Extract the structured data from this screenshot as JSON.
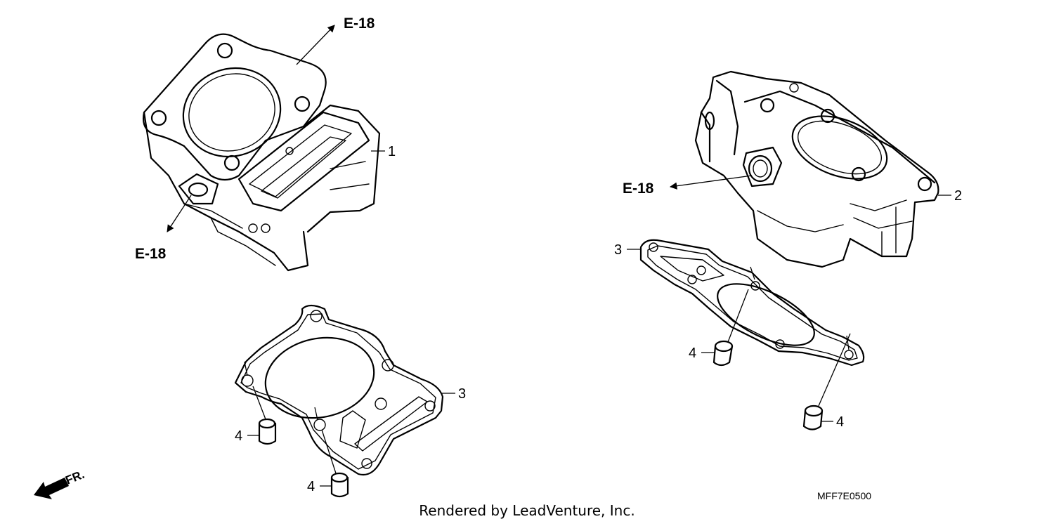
{
  "callouts": {
    "c1": "1",
    "c2": "2",
    "c3_left": "3",
    "c3_right": "3",
    "c4_a": "4",
    "c4_b": "4",
    "c4_c": "4",
    "c4_d": "4"
  },
  "refs": {
    "e18_top": "E-18",
    "e18_left": "E-18",
    "e18_right": "E-18"
  },
  "front_label": "FR.",
  "diagram_code": "MFF7E0500",
  "credit": "Rendered by LeadVenture, Inc."
}
